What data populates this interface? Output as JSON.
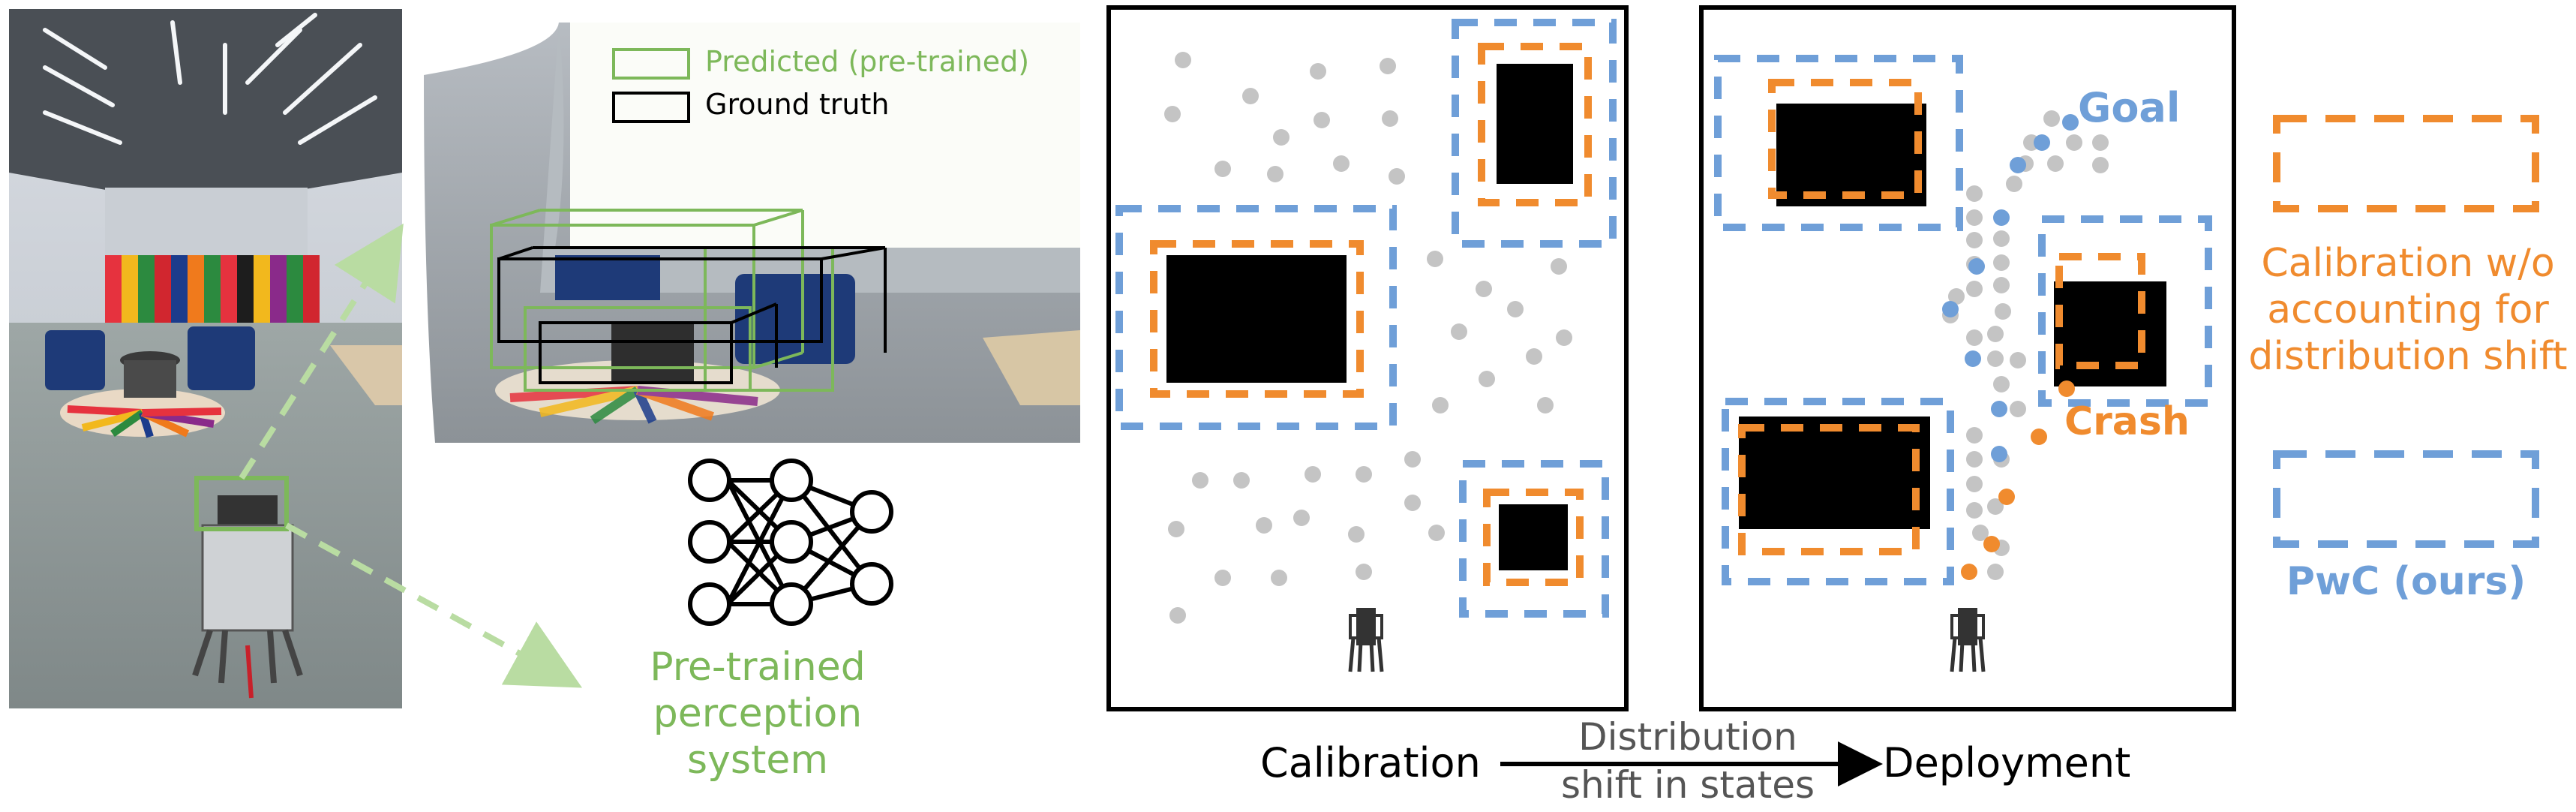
{
  "photo": {
    "alt_description_none": ""
  },
  "pointcloud": {
    "legend_predicted": "Predicted (pre-trained)",
    "legend_ground_truth": "Ground truth"
  },
  "perception": {
    "label_line1": "Pre-trained",
    "label_line2": "perception system"
  },
  "deployment_panel": {
    "goal_label": "Goal",
    "crash_label": "Crash"
  },
  "legend": {
    "calibration_line1": "Calibration w/o",
    "calibration_line2": "accounting for",
    "calibration_line3": "distribution shift",
    "pwc_label": "PwC (ours)"
  },
  "bottom": {
    "calibration": "Calibration",
    "deployment": "Deployment",
    "shift_line1": "Distribution",
    "shift_line2": "shift in states"
  },
  "colors": {
    "green": "#7db85a",
    "orange": "#f08b2e",
    "blue": "#6f9fd8",
    "gray_dot": "#c4c4c4",
    "black": "#000000"
  }
}
